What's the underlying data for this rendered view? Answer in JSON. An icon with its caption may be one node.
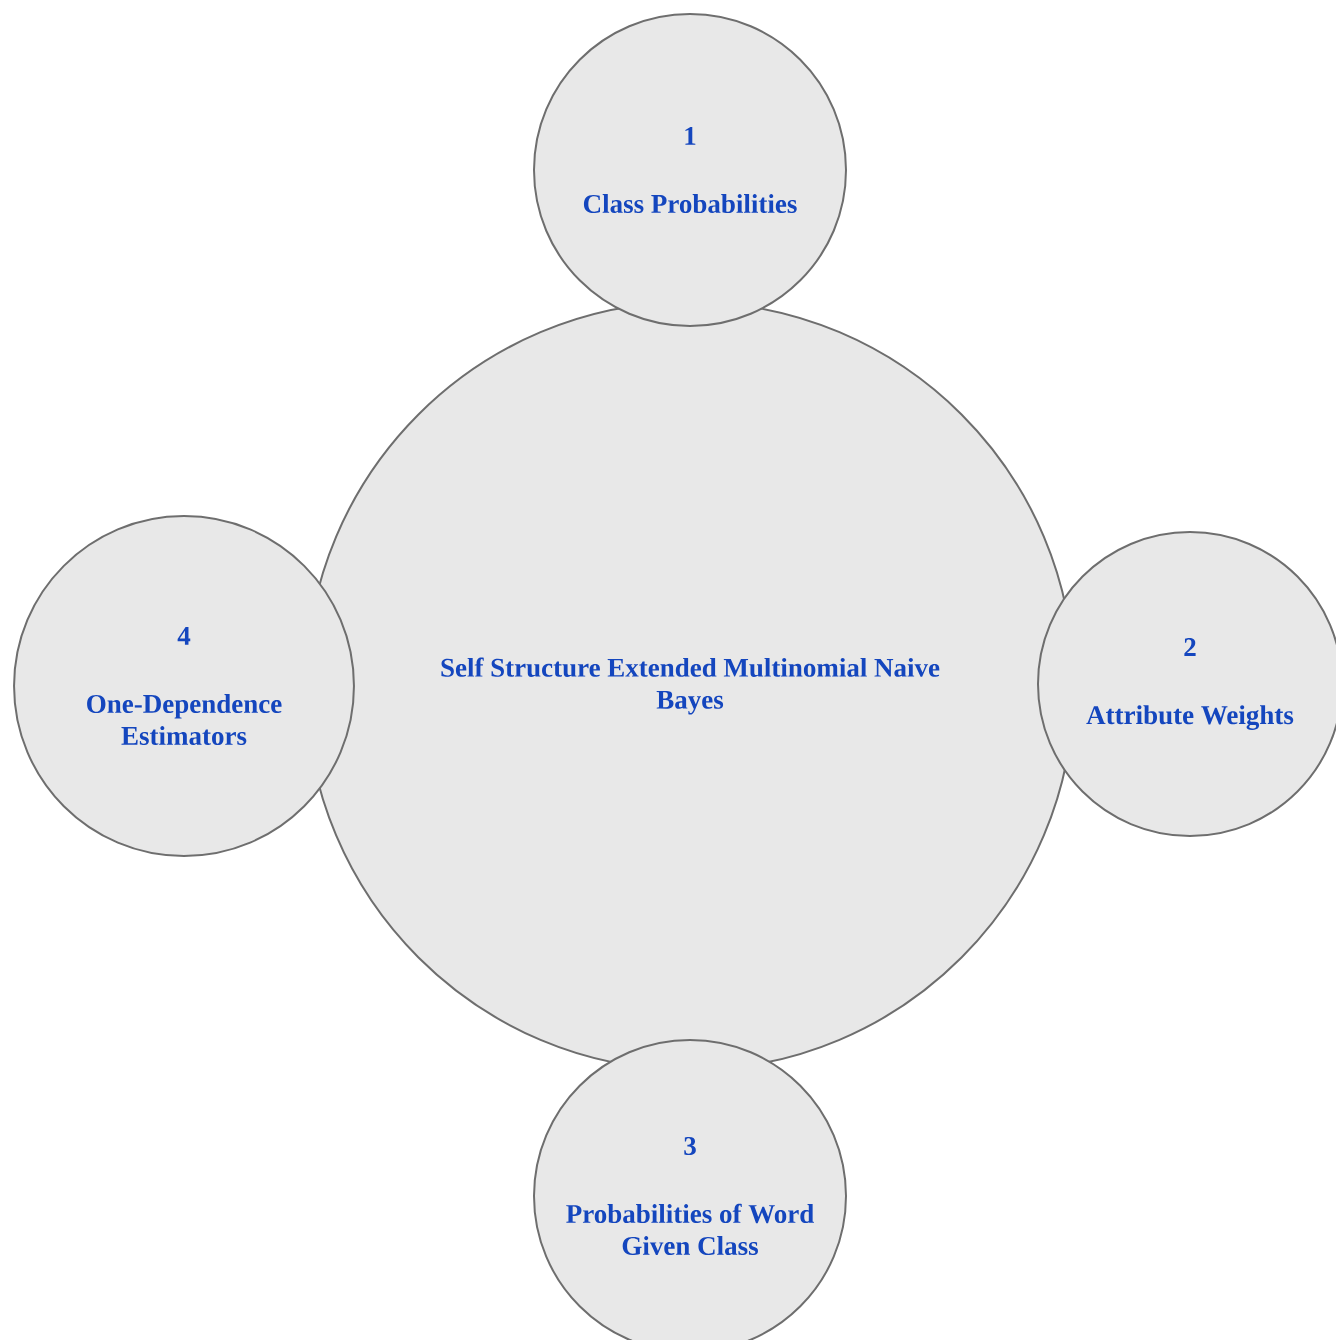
{
  "diagram": {
    "nodes": [
      {
        "text": [
          "1",
          "Class Probabilities"
        ]
      },
      {
        "text": [
          "4",
          "One-Dependence Estimators"
        ]
      },
      {
        "text": [
          "Self Structure Extended Multinomial Naive Bayes"
        ]
      },
      {
        "text": [
          "2",
          "Attribute Weights"
        ]
      },
      {
        "text": [
          "3",
          "Probabilities of Word Given Class"
        ]
      }
    ]
  }
}
